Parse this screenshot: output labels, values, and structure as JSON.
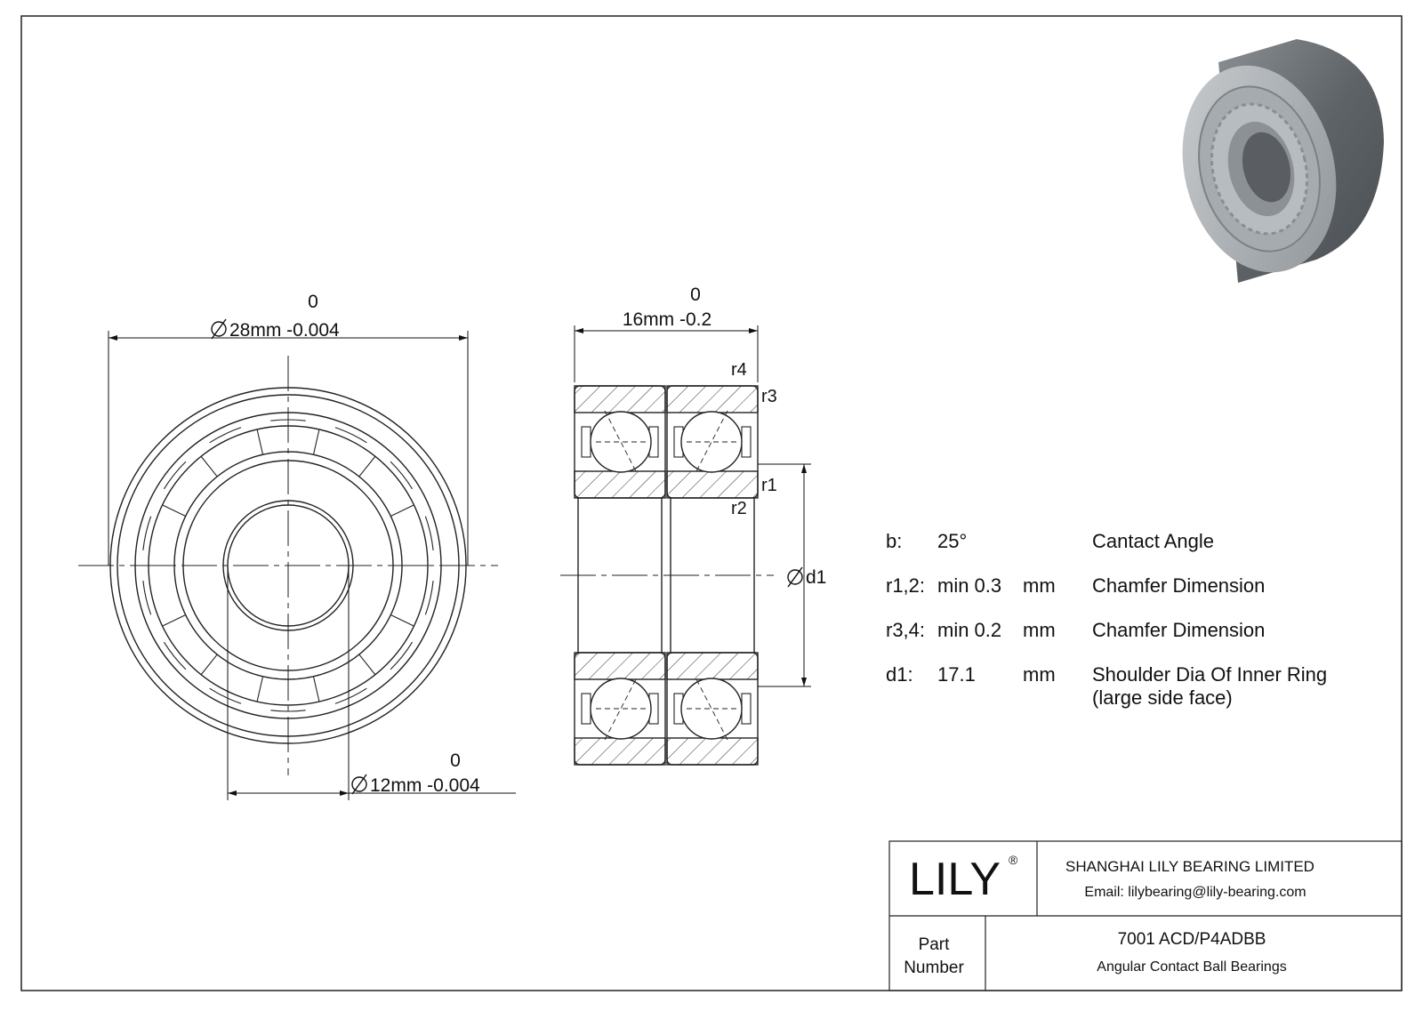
{
  "front_view": {
    "outer_dia": {
      "tolerance_upper": "0",
      "label": "28mm -0.004"
    },
    "inner_dia": {
      "tolerance_upper": "0",
      "label": "12mm -0.004"
    }
  },
  "side_view": {
    "width": {
      "tolerance_upper": "0",
      "label": "16mm -0.2"
    },
    "r4": "r4",
    "r3": "r3",
    "r1": "r1",
    "r2": "r2",
    "d1": "d1"
  },
  "specs": [
    {
      "key": "b:",
      "value": "25°",
      "unit": "",
      "desc": "Cantact Angle",
      "desc2": ""
    },
    {
      "key": "r1,2:",
      "value": "min 0.3",
      "unit": "mm",
      "desc": "Chamfer Dimension",
      "desc2": ""
    },
    {
      "key": "r3,4:",
      "value": "min 0.2",
      "unit": "mm",
      "desc": "Chamfer Dimension",
      "desc2": ""
    },
    {
      "key": "d1:",
      "value": "17.1",
      "unit": "mm",
      "desc": "Shoulder Dia Of Inner Ring",
      "desc2": "(large side face)"
    }
  ],
  "title_block": {
    "logo": "LILY",
    "registered": "®",
    "company": "SHANGHAI LILY BEARING LIMITED",
    "email": "Email: lilybearing@lily-bearing.com",
    "part_label_1": "Part",
    "part_label_2": "Number",
    "part_number": "7001 ACD/P4ADBB",
    "part_type": "Angular Contact Ball Bearings"
  },
  "colors": {
    "line": "#1a1a1a",
    "background": "#ffffff"
  }
}
